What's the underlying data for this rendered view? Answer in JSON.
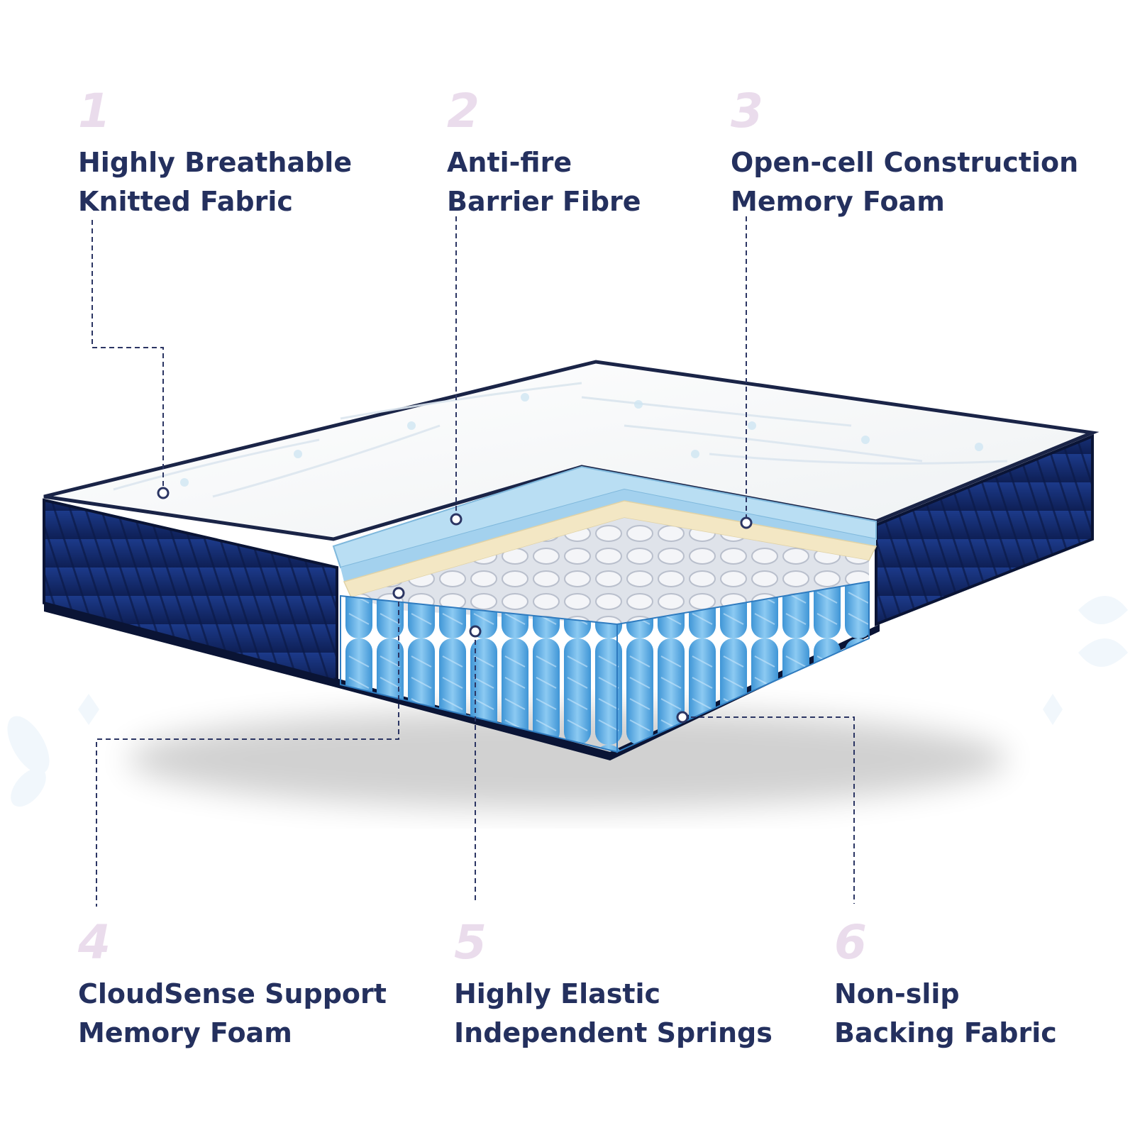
{
  "colors": {
    "text": "#24305e",
    "number": "#eadcec",
    "leader": "#2b3563",
    "navy": "#132a6e",
    "spring": "#5fb0e6",
    "foam": "#a9d6ef",
    "fibre": "#f3e7c4",
    "knit": "#f7f8f8"
  },
  "callouts": [
    {
      "number": "1",
      "line1": "Highly Breathable",
      "line2": "Knitted Fabric"
    },
    {
      "number": "2",
      "line1": "Anti-fire",
      "line2": "Barrier Fibre"
    },
    {
      "number": "3",
      "line1": "Open-cell Construction",
      "line2": "Memory Foam"
    },
    {
      "number": "4",
      "line1": "CloudSense Support",
      "line2": "Memory Foam"
    },
    {
      "number": "5",
      "line1": "Highly Elastic",
      "line2": "Independent Springs"
    },
    {
      "number": "6",
      "line1": "Non-slip",
      "line2": "Backing Fabric"
    }
  ]
}
